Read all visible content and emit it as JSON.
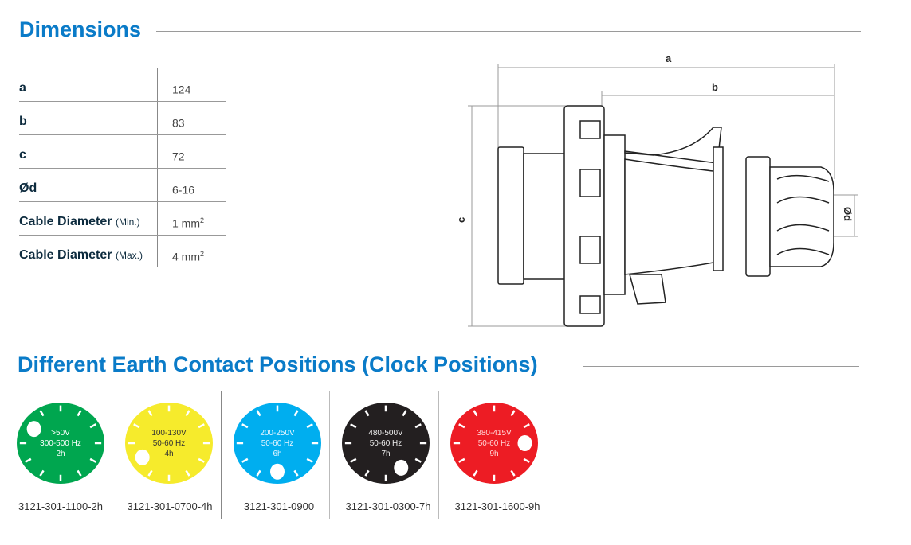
{
  "dimensions": {
    "title": "Dimensions",
    "rows": [
      {
        "label": "a",
        "note": "",
        "value": "124",
        "unit": ""
      },
      {
        "label": "b",
        "note": "",
        "value": "83",
        "unit": ""
      },
      {
        "label": "c",
        "note": "",
        "value": "72",
        "unit": ""
      },
      {
        "label": "Ød",
        "note": "",
        "value": "6-16",
        "unit": ""
      },
      {
        "label": "Cable Diameter",
        "note": "(Min.)",
        "value": "1 mm",
        "unit": "2"
      },
      {
        "label": "Cable Diameter",
        "note": "(Max.)",
        "value": "4 mm",
        "unit": "2"
      }
    ],
    "drawing_labels": {
      "a": "a",
      "b": "b",
      "c": "c",
      "d": "Ød"
    }
  },
  "earth": {
    "title": "Different Earth Contact Positions (Clock Positions)",
    "items": [
      {
        "voltage": ">50V",
        "freq": "300-500 Hz",
        "hour_label": "2h",
        "hour": 2,
        "color": "#00a64f",
        "text_color": "#ffffff",
        "code": "3121-301-1100-2h"
      },
      {
        "voltage": "100-130V",
        "freq": "50-60 Hz",
        "hour_label": "4h",
        "hour": 4,
        "color": "#f6eb2c",
        "text_color": "#333333",
        "code": "3121-301-0700-4h"
      },
      {
        "voltage": "200-250V",
        "freq": "50-60 Hz",
        "hour_label": "6h",
        "hour": 6,
        "color": "#00aeef",
        "text_color": "#e8f6ff",
        "code": "3121-301-0900"
      },
      {
        "voltage": "480-500V",
        "freq": "50-60 Hz",
        "hour_label": "7h",
        "hour": 7,
        "color": "#231f20",
        "text_color": "#eeeeee",
        "code": "3121-301-0300-7h"
      },
      {
        "voltage": "380-415V",
        "freq": "50-60 Hz",
        "hour_label": "9h",
        "hour": 9,
        "color": "#ed1c24",
        "text_color": "#ffd6d6",
        "code": "3121-301-1600-9h"
      }
    ]
  }
}
